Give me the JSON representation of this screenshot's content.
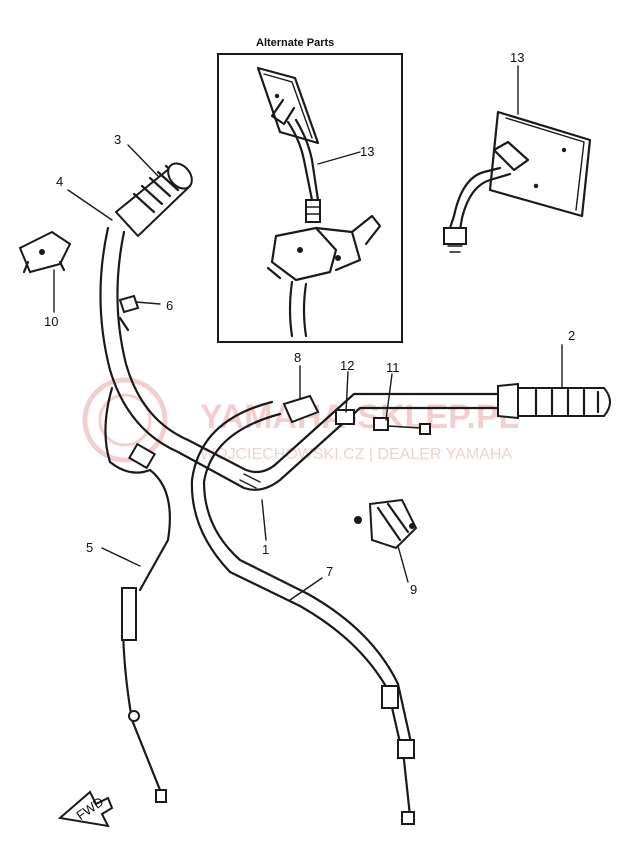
{
  "inset": {
    "title": "Alternate Parts"
  },
  "callouts": {
    "c1": "1",
    "c2": "2",
    "c3": "3",
    "c4": "4",
    "c5": "5",
    "c6": "6",
    "c7": "7",
    "c8": "8",
    "c9": "9",
    "c10": "10",
    "c11": "11",
    "c12": "12",
    "c13_inset": "13",
    "c13": "13"
  },
  "watermark": {
    "brand": "YAMAHA-SKLEP.PL",
    "tagline": "WOJCIECHOWSKI.CZ | DEALER YAMAHA",
    "color": "#e07070"
  },
  "front_arrow": {
    "label": "FWD"
  }
}
